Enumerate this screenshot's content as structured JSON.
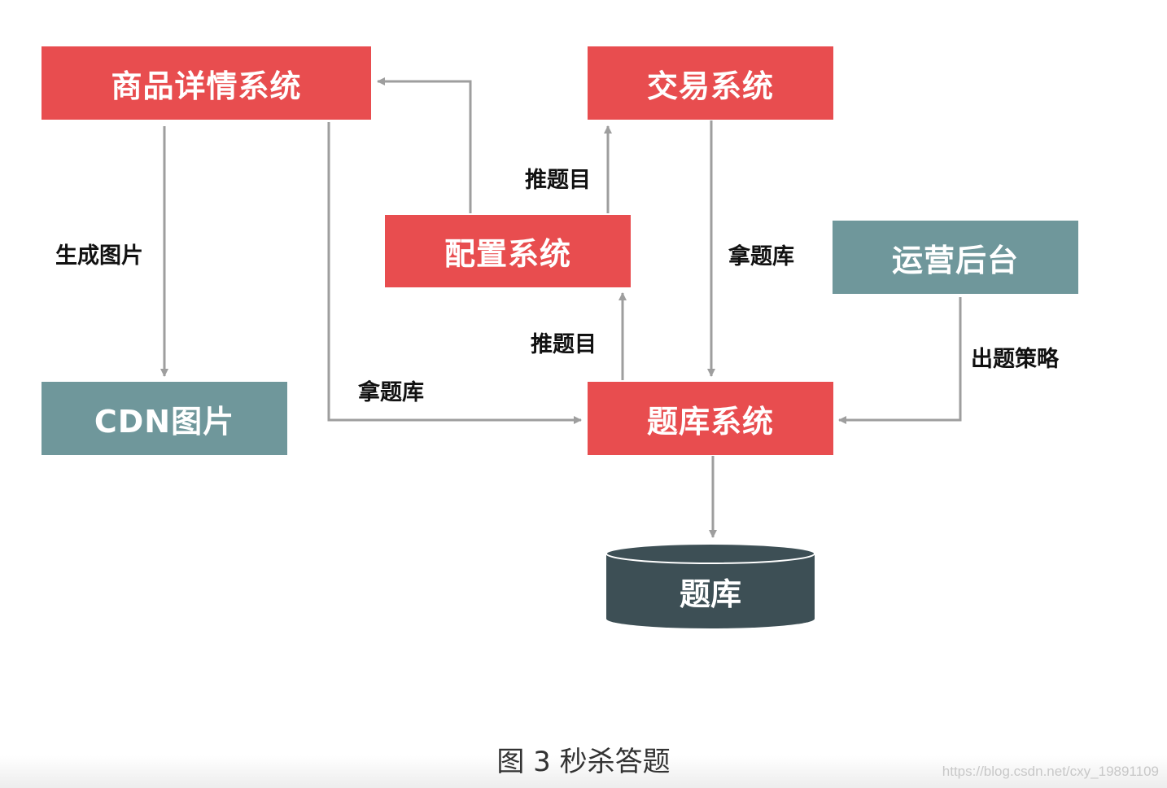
{
  "nodes": {
    "product_detail": "商品详情系统",
    "trade": "交易系统",
    "config": "配置系统",
    "ops_backend": "运营后台",
    "cdn": "CDN图片",
    "question_bank_system": "题库系统",
    "question_bank_db": "题库"
  },
  "edge_labels": {
    "generate_image": "生成图片",
    "push_question_top": "推题目",
    "push_question_bottom": "推题目",
    "fetch_bank_trade": "拿题库",
    "fetch_bank_product": "拿题库",
    "strategy": "出题策略"
  },
  "caption": "图 3 秒杀答题",
  "watermark": "https://blog.csdn.net/cxy_19891109",
  "colors": {
    "red_box": "#e84d4f",
    "teal_box": "#6f979b",
    "db": "#3d4f55",
    "arrow": "#9e9e9e"
  }
}
